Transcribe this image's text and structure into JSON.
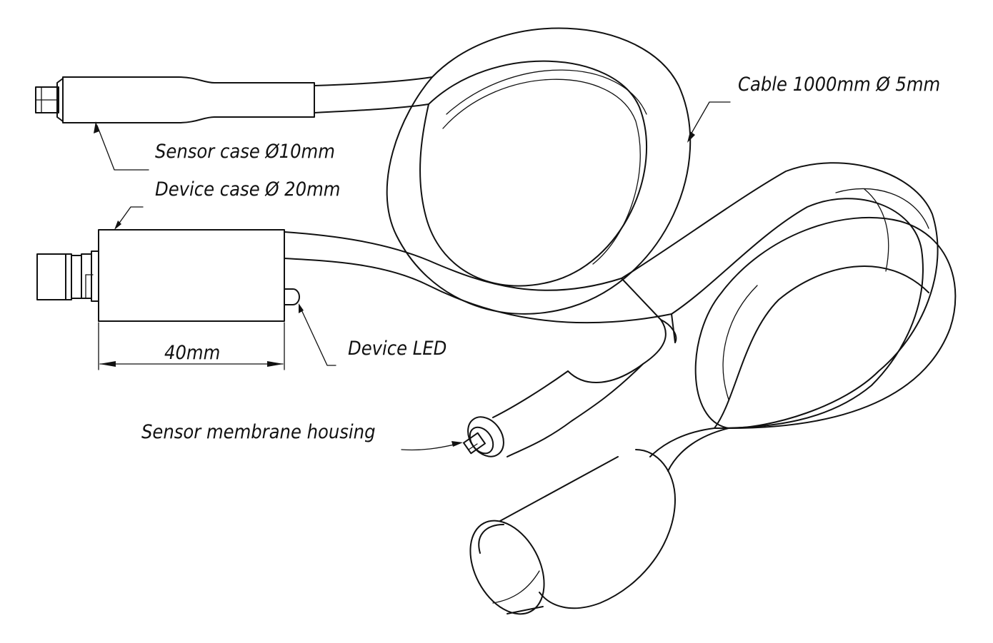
{
  "labels": {
    "cable": "Cable 1000mm Ø 5mm",
    "sensor_case": "Sensor case Ø10mm",
    "device_case": "Device case Ø 20mm",
    "device_led": "Device LED",
    "dimension": "40mm",
    "membrane_housing": "Sensor membrane housing"
  }
}
